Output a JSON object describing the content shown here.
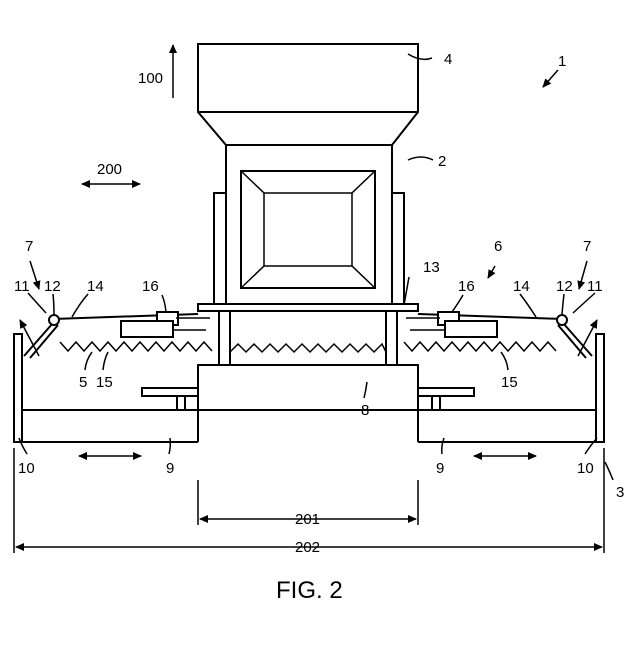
{
  "figure": {
    "caption": "FIG. 2",
    "labels": {
      "n1": "1",
      "n2": "2",
      "n3": "3",
      "n4": "4",
      "n5": "5",
      "n6": "6",
      "n7_left": "7",
      "n7_right": "7",
      "n8": "8",
      "n9_left": "9",
      "n9_right": "9",
      "n10_left": "10",
      "n10_right": "10",
      "n11_left": "11",
      "n11_right": "11",
      "n12_left": "12",
      "n12_right": "12",
      "n13": "13",
      "n14_left": "14",
      "n14_right": "14",
      "n15_left": "15",
      "n15_right": "15",
      "n16_left": "16",
      "n16_right": "16",
      "n100": "100",
      "n200": "200",
      "n201": "201",
      "n202": "202"
    }
  }
}
